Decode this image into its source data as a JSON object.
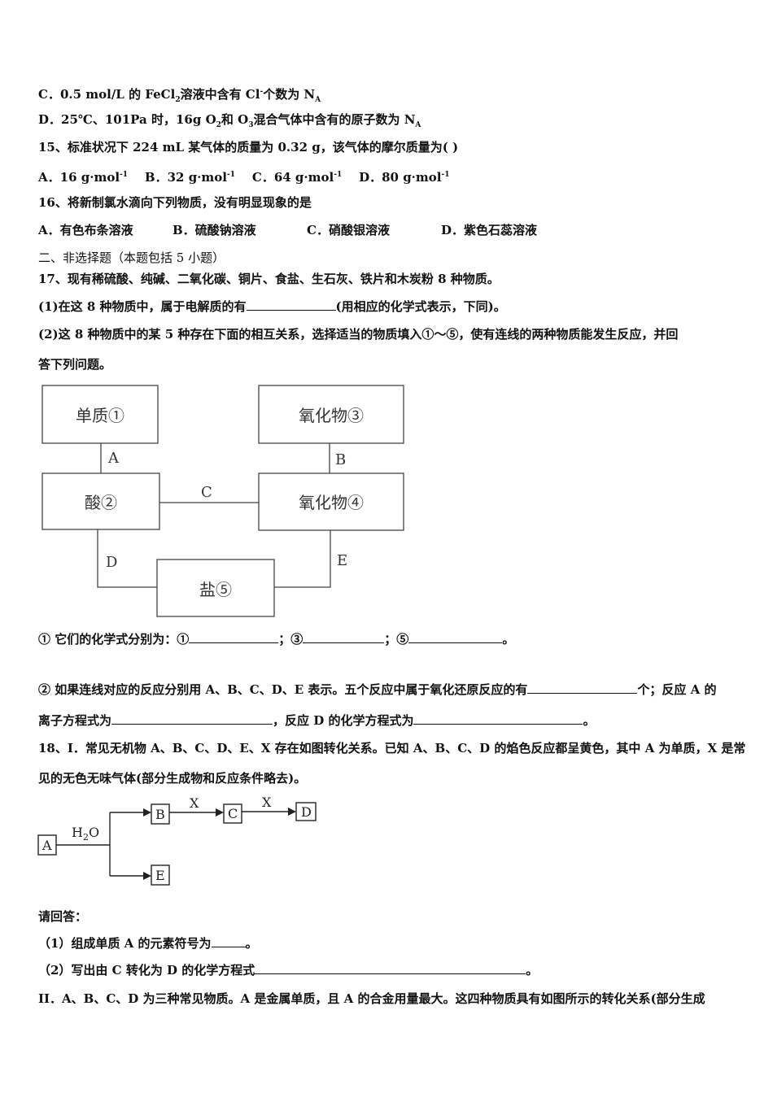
{
  "q14": {
    "c_prefix": "C．0.5 mol/L 的 FeCl",
    "c_sub2": "2",
    "c_mid": "溶液中含有 Cl",
    "c_sup": "-",
    "c_suffix": "个数为 N",
    "c_subA": "A",
    "d_prefix": "D．25℃、101Pa 时，16g O",
    "d_sub2": "2",
    "d_mid": "和 O",
    "d_sub3": "3",
    "d_suffix": "混合气体中含有的原子数为 N",
    "d_subA": "A"
  },
  "q15": {
    "stem": "15、标准状况下 224 mL 某气体的质量为 0.32 g，该气体的摩尔质量为(    )",
    "a": "A．16 g·mol",
    "b": "B．32 g·mol",
    "c": "C．64 g·mol",
    "d": "D．80 g·mol",
    "sup": "-1"
  },
  "q16": {
    "stem": "16、将新制氯水滴向下列物质，没有明显现象的是",
    "a": "A．有色布条溶液",
    "b": "B．硫酸钠溶液",
    "c": "C．硝酸银溶液",
    "d": "D．紫色石蕊溶液"
  },
  "section2": "二、非选择题（本题包括 5 小题）",
  "q17": {
    "stem": "17、现有稀硫酸、纯碱、二氧化碳、铜片、食盐、生石灰、铁片和木炭粉 8 种物质。",
    "p1_a": "(1)在这 8 种物质中，属于电解质的有",
    "p1_b": "(用相应的化学式表示，下同)。",
    "p2_line1": "(2)这 8 种物质中的某 5 种存在下面的相互关系，选择适当的物质填入①～⑤，使有连线的两种物质能发生反应，并回",
    "p2_line2": "答下列问题。",
    "diagram": {
      "box1": "单质①",
      "box2": "酸②",
      "box3": "氧化物③",
      "box4": "氧化物④",
      "box5": "盐⑤",
      "A": "A",
      "B": "B",
      "C": "C",
      "D": "D",
      "E": "E"
    },
    "sub1_a": "① 它们的化学式分别为：①",
    "sub1_b": "；③",
    "sub1_c": "；⑤",
    "sub1_d": "。",
    "sub2_a": "② 如果连线对应的反应分别用 A、B、C、D、E 表示。五个反应中属于氧化还原反应的有",
    "sub2_b": "个；反应 A 的",
    "sub2_c": "离子方程式为",
    "sub2_d": "，反应 D 的化学方程式为",
    "sub2_e": "。"
  },
  "q18": {
    "line1": "18、I．常见无机物 A、B、C、D、E、X 存在如图转化关系。已知 A、B、C、D 的焰色反应都呈黄色，其中 A 为单质，X 是常",
    "line2": "见的无色无味气体(部分生成物和反应条件略去)。",
    "diagram": {
      "A": "A",
      "B": "B",
      "C": "C",
      "D": "D",
      "E": "E",
      "water": "H",
      "water_sub": "2",
      "water_o": "O",
      "x1": "X",
      "x2": "X"
    },
    "ask": "请回答：",
    "s1_a": "（1）组成单质 A 的元素符号为",
    "s1_b": "。",
    "s2_a": "（2）写出由 C 转化为 D 的化学方程式",
    "s2_b": "。",
    "ii": "II．A、B、C、D 为三种常见物质。A 是金属单质，且 A 的合金用量最大。这四种物质具有如图所示的转化关系(部分生成"
  }
}
